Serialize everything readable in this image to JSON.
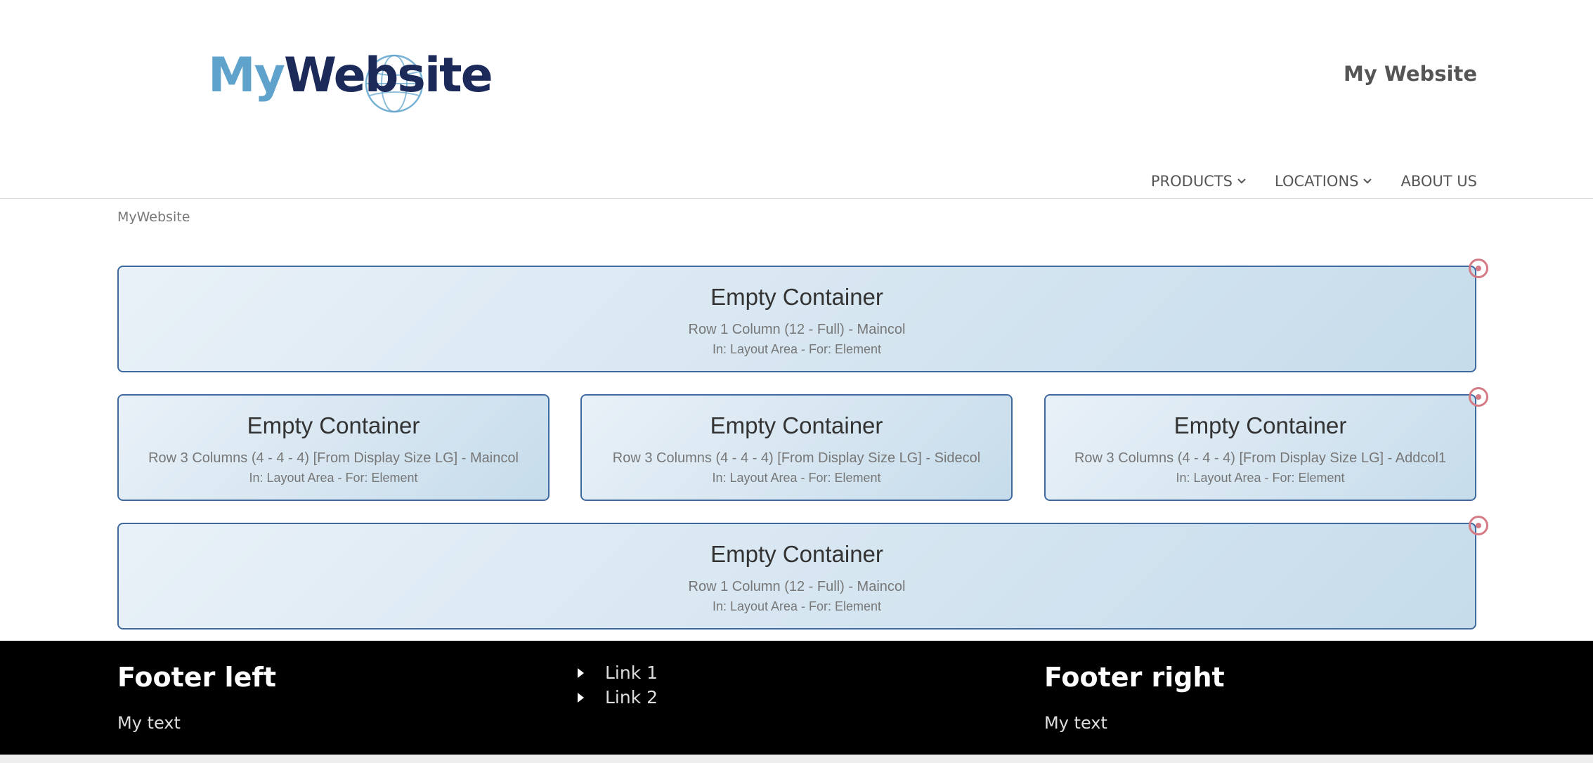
{
  "header": {
    "logo_part1": "My",
    "logo_part2": "Website",
    "site_title": "My Website",
    "nav": [
      {
        "label": "PRODUCTS",
        "icon": "chevron-down-icon"
      },
      {
        "label": "LOCATIONS",
        "icon": "chevron-down-icon"
      },
      {
        "label": "ABOUT US"
      }
    ]
  },
  "breadcrumb": "MyWebsite",
  "containers": [
    {
      "title": "Empty Container",
      "subtitle": "Row 1 Column (12 - Full) - Maincol",
      "note": "In: Layout Area - For: Element"
    },
    {
      "title": "Empty Container",
      "subtitle": "Row 3 Columns (4 - 4 - 4) [From Display Size LG] - Maincol",
      "note": "In: Layout Area - For: Element"
    },
    {
      "title": "Empty Container",
      "subtitle": "Row 3 Columns (4 - 4 - 4) [From Display Size LG] - Sidecol",
      "note": "In: Layout Area - For: Element"
    },
    {
      "title": "Empty Container",
      "subtitle": "Row 3 Columns (4 - 4 - 4) [From Display Size LG] - Addcol1",
      "note": "In: Layout Area - For: Element"
    },
    {
      "title": "Empty Container",
      "subtitle": "Row 1 Column (12 - Full) - Maincol",
      "note": "In: Layout Area - For: Element"
    }
  ],
  "footer": {
    "left_heading": "Footer left",
    "left_text": "My text",
    "links": [
      "Link 1",
      "Link 2"
    ],
    "right_heading": "Footer right",
    "right_text": "My text"
  },
  "colors": {
    "container_border": "#3e6aa0",
    "target_marker": "#d47b86",
    "footer_bg": "#000000",
    "logo_light": "#5fa3cc",
    "logo_dark": "#1c2a5a"
  }
}
